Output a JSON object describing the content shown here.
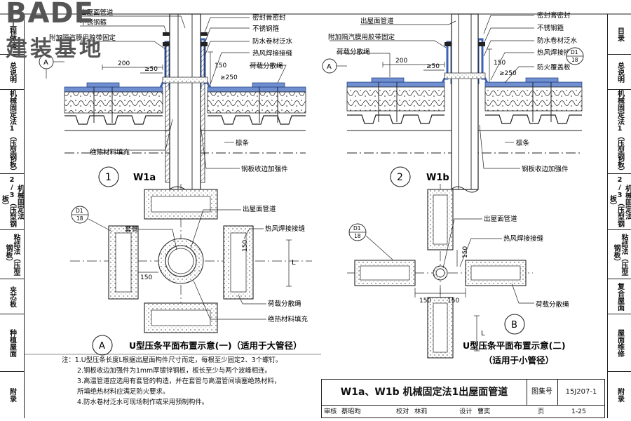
{
  "watermark": {
    "brand": "BADE",
    "cn": "建装基地"
  },
  "side_left": [
    {
      "label": "工程做法"
    },
    {
      "label": "总说明"
    },
    {
      "label": "机械固定法1（压型钢板）"
    },
    {
      "label": "机械固定法2/3（压型钢板）"
    },
    {
      "label": "粘结法（压型钢板）"
    },
    {
      "label": "夹芯板"
    },
    {
      "label": "种植屋面"
    },
    {
      "label": "附录"
    }
  ],
  "side_right": [
    {
      "label": "目录"
    },
    {
      "label": "总说明"
    },
    {
      "label": "机械固定法1（压型钢板）"
    },
    {
      "label": "机械固定法2/3（压型钢板）"
    },
    {
      "label": "粘结法（压型钢板）"
    },
    {
      "label": "复合屋面"
    },
    {
      "label": "屋面维修"
    },
    {
      "label": "附录"
    }
  ],
  "section_w1a": {
    "labels": [
      "出屋面管道",
      "不锈钢箍",
      "附加隔汽膜用胶带固定",
      "密封膏密封",
      "不锈钢箍",
      "防水卷材泛水",
      "热风焊接接缝",
      "荷载分散绳",
      "绝热材料填充",
      "檩条",
      "钢板收边加强件"
    ],
    "dims": [
      "200",
      "≥50",
      "150",
      "≥250"
    ],
    "detail_ref": {
      "num": "1",
      "name": "W1a"
    },
    "callout_a": "A",
    "callout_d": {
      "top": "D1",
      "bottom": "18"
    }
  },
  "section_w1b": {
    "labels": [
      "出屋面管道",
      "附加隔汽膜用胶带固定",
      "荷载分散绳",
      "密封膏密封",
      "不锈钢箍",
      "防水卷材泛水",
      "热风焊接接缝",
      "防火覆盖板",
      "檩条",
      "钢板收边加强件"
    ],
    "dims": [
      "200",
      "≥50",
      "150",
      "≥250"
    ],
    "detail_ref": {
      "num": "2",
      "name": "W1b"
    },
    "callout_a": "A",
    "callout_d": {
      "top": "D1",
      "bottom": "18"
    }
  },
  "plan_a": {
    "labels": [
      "出屋面管道",
      "套管",
      "热风焊接接缝",
      "荷载分散绳",
      "绝热材料填充"
    ],
    "dims": [
      "150",
      "150",
      "L"
    ],
    "callout_d": {
      "top": "D1",
      "bottom": "18"
    },
    "ref": "A",
    "title": "U型压条平面布置示意(一)（适用于大管径）"
  },
  "plan_b": {
    "labels": [
      "出屋面管道",
      "热风焊接接缝",
      "荷载分散绳"
    ],
    "dims": [
      "150",
      "150",
      "150",
      "L"
    ],
    "callout_d": {
      "top": "D1",
      "bottom": "18"
    },
    "ref": "B",
    "title_line1": "U型压条平面布置示意(二)",
    "title_line2": "（适用于小管径）"
  },
  "notes": {
    "head": "注：",
    "items": [
      "1.U型压条长度L根据出屋面构件尺寸而定，每根至少固定2、3个螺钉。",
      "2.钢板收边加强件为1mm厚镀锌钢板，板长至少与两个波峰相连。",
      "3.高温管道应选用有套管的构造，并在套管与高温管间填塞绝热材料，",
      "   所填绝热材料应满足防火要求。",
      "4.防水卷材泛水可现场制作或采用预制构件。"
    ]
  },
  "title_block": {
    "title": "W1a、W1b 机械固定法1出屋面管道",
    "atlas_label": "图集号",
    "atlas_no": "15J207-1",
    "review_label": "审核",
    "reviewer": "蔡昭昀",
    "check_label": "校对",
    "checker": "林莉",
    "design_label": "设计",
    "designer": "曹奕",
    "page_label": "页",
    "page_no": "1-25"
  }
}
